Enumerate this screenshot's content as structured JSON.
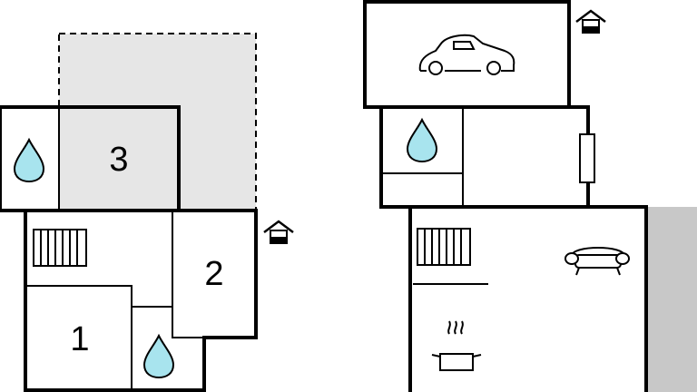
{
  "floor_plan": {
    "rooms": [
      {
        "label": "1"
      },
      {
        "label": "2"
      },
      {
        "label": "3"
      }
    ],
    "icons": [
      "water-drop-icon",
      "radiator-icon",
      "entrance-icon",
      "car-icon",
      "sofa-icon",
      "cooking-pot-icon",
      "window-icon"
    ],
    "colors": {
      "water": "#a8e4ee",
      "terrace_light": "#e6e6e6",
      "terrace_dark": "#c8c8c8"
    }
  }
}
